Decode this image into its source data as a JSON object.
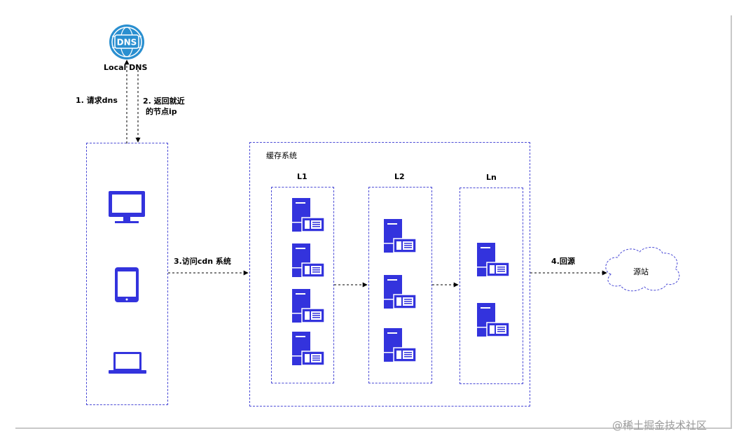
{
  "local_dns": {
    "icon_text": "DNS",
    "label": "Local DNS"
  },
  "step1": "1. 请求dns",
  "step2_line1": "2. 返回就近",
  "step2_line2": "的节点ip",
  "step3": "3.访问cdn 系统",
  "step4": "4.回源",
  "cache_system": {
    "title": "缓存系统"
  },
  "levels": [
    {
      "label": "L1",
      "servers": 4
    },
    {
      "label": "L2",
      "servers": 3
    },
    {
      "label": "Ln",
      "servers": 2
    }
  ],
  "origin": {
    "label": "源站"
  },
  "clients": [
    "monitor-icon",
    "tablet-icon",
    "laptop-icon"
  ],
  "watermark": "@稀土掘金技术社区",
  "colors": {
    "icon": "#3333dd",
    "dash": "#4b4bd6",
    "dns": "#2a8fd0"
  }
}
